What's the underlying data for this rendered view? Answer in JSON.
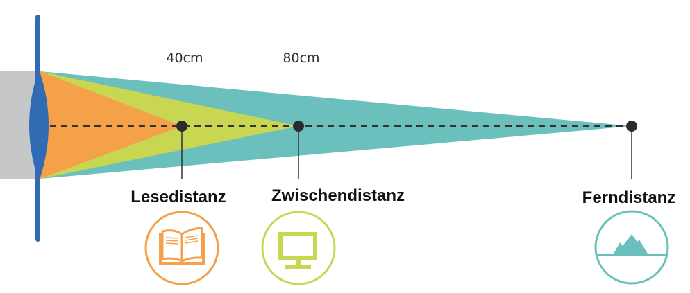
{
  "distances": {
    "near": "40cm",
    "mid": "80cm"
  },
  "labels": {
    "near": "Lesedistanz",
    "mid": "Zwischendistanz",
    "far": "Ferndistanz"
  },
  "icons": {
    "near": "book-icon",
    "mid": "monitor-icon",
    "far": "mountain-icon"
  },
  "colors": {
    "lens": "#316bb4",
    "eye": "#c6c7c9",
    "near": "#f4a14a",
    "mid": "#c8d651",
    "far": "#6bc0bd",
    "dot": "#2b2b2d"
  }
}
